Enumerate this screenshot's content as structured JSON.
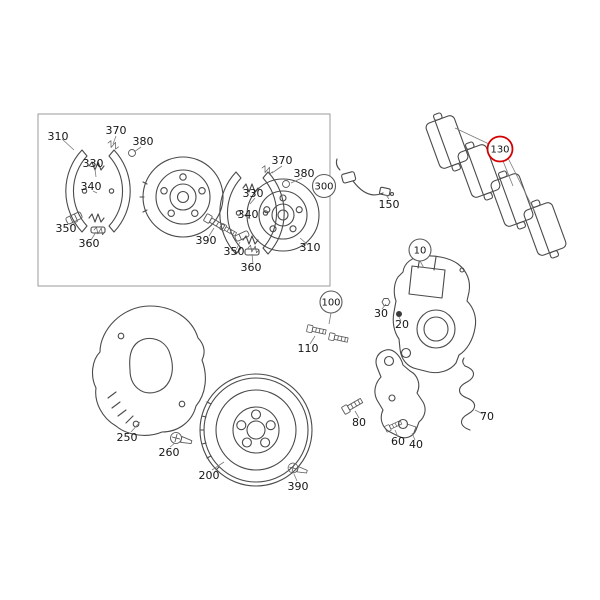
{
  "colors": {
    "line": "#4a4a4a",
    "label": "#151515",
    "highlight": "#d40000",
    "box_border": "#9a9a9a",
    "background": "#ffffff"
  },
  "diagram": {
    "parking_brake_box": {
      "callout_300": "300",
      "left_set": {
        "n310": "310",
        "n370": "370",
        "n380": "380",
        "n330": "330",
        "n340": "340",
        "n350": "350",
        "n360": "360"
      },
      "bolts": {
        "n390": "390"
      },
      "right_set": {
        "n370": "370",
        "n380": "380",
        "n330": "330",
        "n340": "340",
        "n310": "310",
        "n350": "350",
        "n360": "360"
      }
    },
    "front_axle": {
      "sensor": {
        "n150": "150"
      },
      "pads_callout": {
        "n130": "130"
      },
      "caliper_callout": {
        "n10": "10"
      },
      "fasteners": {
        "n30": "30",
        "n20": "20",
        "n100": "100",
        "n110": "110",
        "n80": "80",
        "n60": "60",
        "n40": "40",
        "n70": "70"
      },
      "shield": {
        "n250": "250",
        "n260": "260"
      },
      "disc": {
        "n200": "200",
        "n390": "390"
      }
    }
  }
}
